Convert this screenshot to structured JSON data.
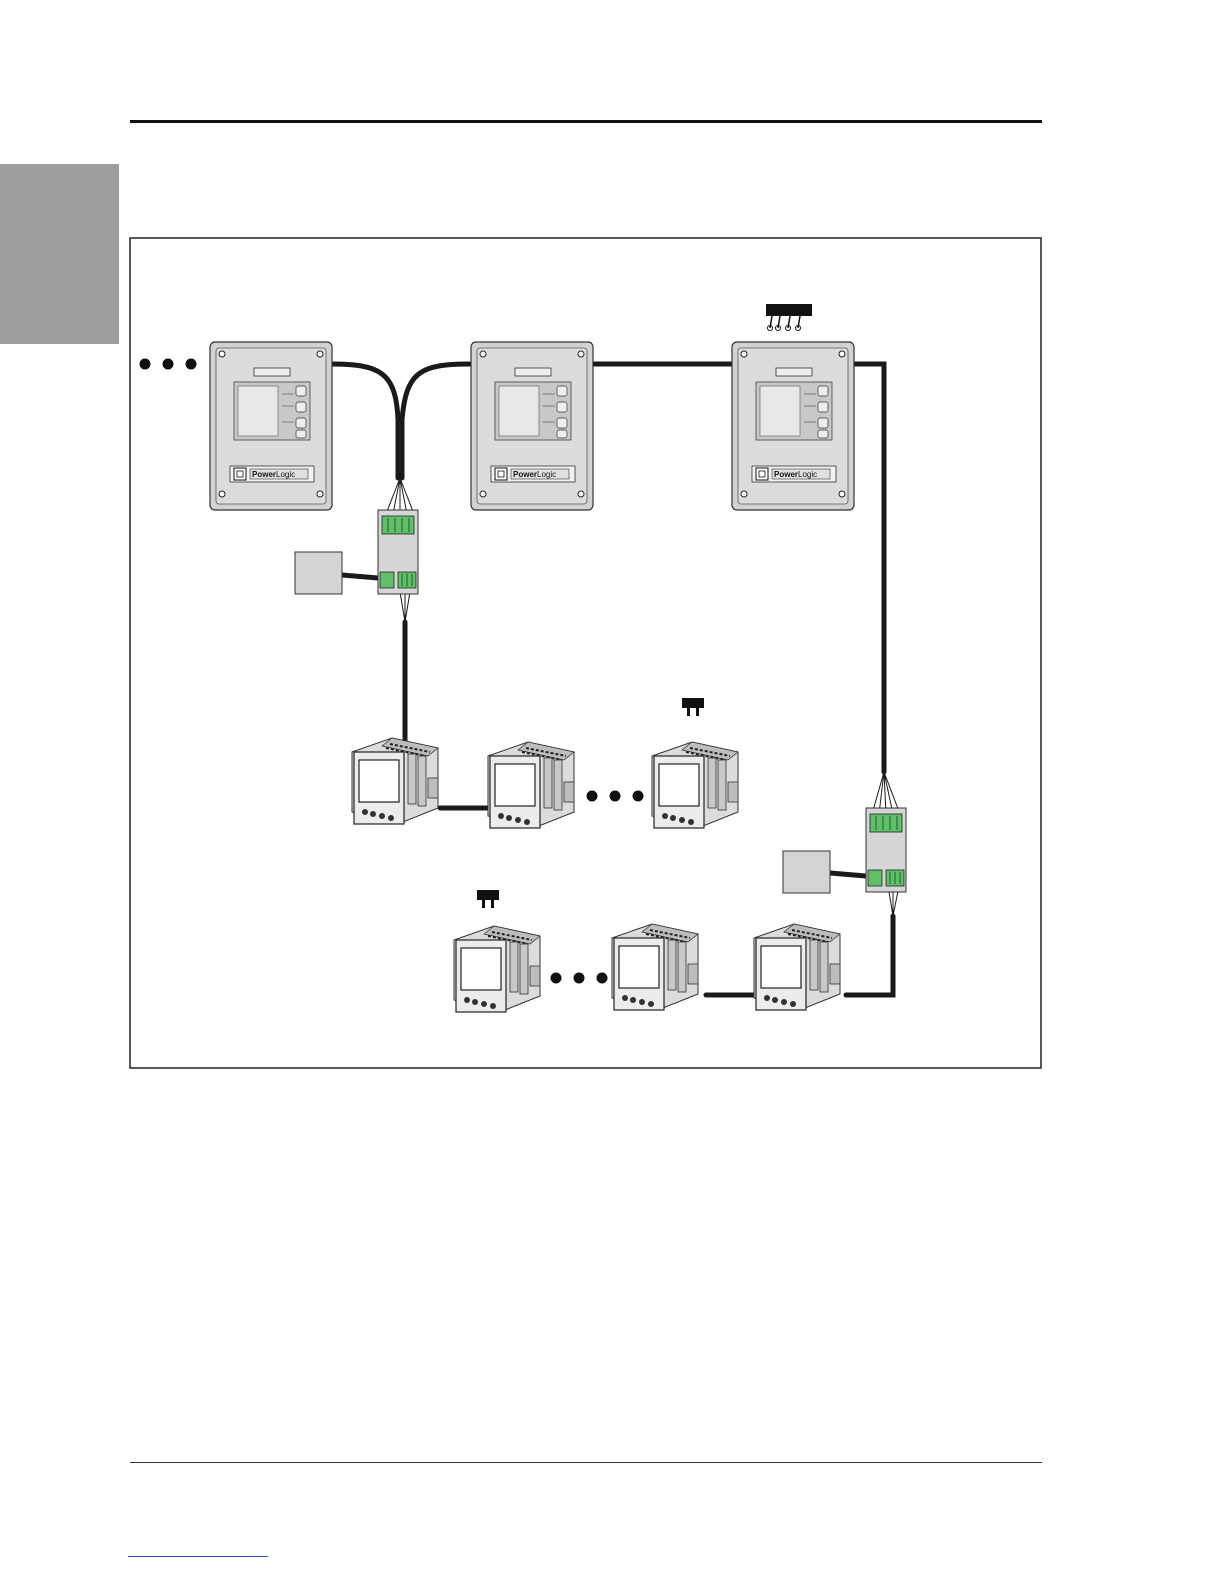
{
  "colors": {
    "panel_fill": "#d2d2d2",
    "panel_inner": "#e2e2e2",
    "cable": "#1a1a1a",
    "terminal_green": "#5fbf6a",
    "side_tab": "#9e9e9e"
  },
  "diagram": {
    "circuit_monitors": [
      {
        "brand_bold": "Power",
        "brand_light": "Logic"
      },
      {
        "brand_bold": "Power",
        "brand_light": "Logic"
      },
      {
        "brand_bold": "Power",
        "brand_light": "Logic"
      }
    ],
    "icons": {
      "ellipsis": "ellipsis-icon",
      "terminator": "line-terminator-icon",
      "multipoint_terminator": "multipoint-terminator-icon"
    }
  }
}
